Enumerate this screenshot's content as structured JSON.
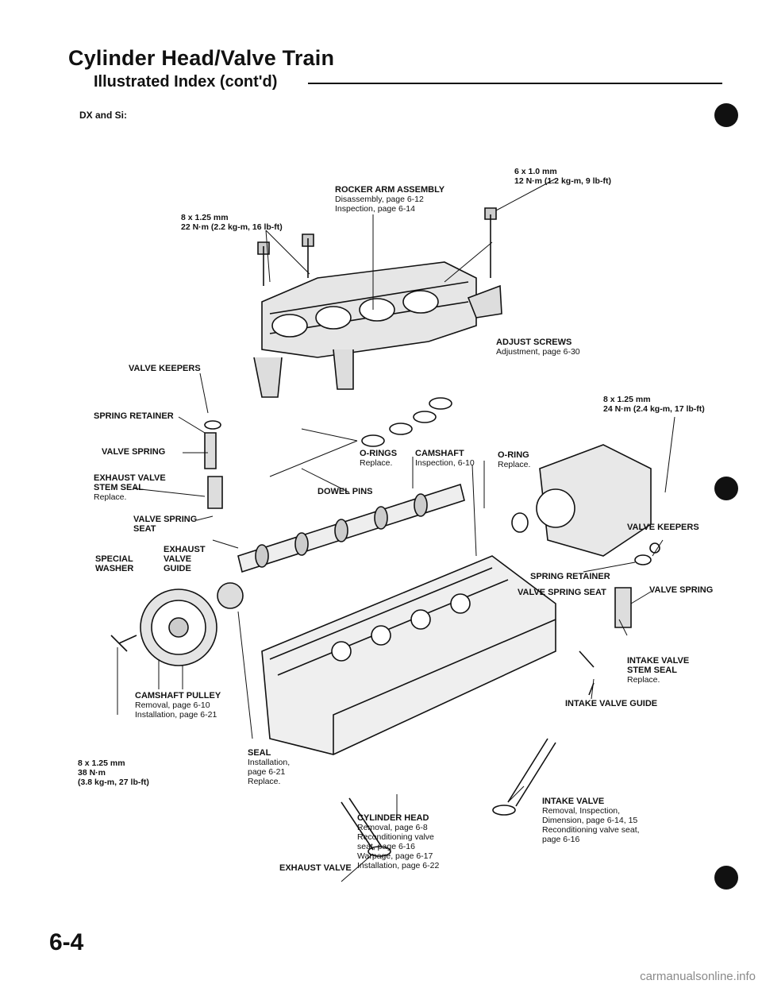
{
  "header": {
    "title": "Cylinder Head/Valve Train",
    "subtitle": "Illustrated Index (cont'd)"
  },
  "variant": "DX and Si:",
  "labels": {
    "bolt_6x10": {
      "size": "6 x 1.0 mm",
      "torque": "12 N·m (1.2 kg-m, 9 lb-ft)"
    },
    "rocker_arm": {
      "title": "ROCKER ARM ASSEMBLY",
      "line1": "Disassembly, page 6-12",
      "line2": "Inspection, page 6-14"
    },
    "bolt_8x125_top": {
      "size": "8 x 1.25 mm",
      "torque": "22 N·m (2.2 kg-m, 16 lb-ft)"
    },
    "adjust_screws": {
      "title": "ADJUST SCREWS",
      "line1": "Adjustment, page 6-30"
    },
    "valve_keepers_left": {
      "title": "VALVE KEEPERS"
    },
    "spring_retainer_left": {
      "title": "SPRING RETAINER"
    },
    "valve_spring_left": {
      "title": "VALVE SPRING"
    },
    "exhaust_stem_seal": {
      "title1": "EXHAUST VALVE",
      "title2": "STEM SEAL",
      "line1": "Replace."
    },
    "valve_spring_seat_left": {
      "title1": "VALVE SPRING",
      "title2": "SEAT"
    },
    "special_washer": {
      "title1": "SPECIAL",
      "title2": "WASHER"
    },
    "exhaust_valve_guide": {
      "title1": "EXHAUST",
      "title2": "VALVE",
      "title3": "GUIDE"
    },
    "o_rings": {
      "title": "O-RINGS",
      "line1": "Replace."
    },
    "camshaft": {
      "title": "CAMSHAFT",
      "line1": "Inspection, 6-10"
    },
    "dowel_pins": {
      "title": "DOWEL PINS"
    },
    "o_ring": {
      "title": "O-RING",
      "line1": "Replace."
    },
    "bolt_8x125_right": {
      "size": "8 x 1.25 mm",
      "torque": "24 N·m (2.4 kg-m, 17 lb-ft)"
    },
    "valve_keepers_right": {
      "title": "VALVE KEEPERS"
    },
    "spring_retainer_right": {
      "title": "SPRING RETAINER"
    },
    "valve_spring_seat_right": {
      "title": "VALVE SPRING SEAT"
    },
    "valve_spring_right": {
      "title": "VALVE SPRING"
    },
    "intake_stem_seal": {
      "title1": "INTAKE VALVE",
      "title2": "STEM SEAL",
      "line1": "Replace."
    },
    "intake_valve_guide": {
      "title": "INTAKE VALVE GUIDE"
    },
    "camshaft_pulley": {
      "title": "CAMSHAFT PULLEY",
      "line1": "Removal, page 6-10",
      "line2": "Installation, page 6-21"
    },
    "bolt_8x125_bottom": {
      "size": "8 x 1.25 mm",
      "torque1": "38 N·m",
      "torque2": "(3.8 kg-m, 27 lb-ft)"
    },
    "seal": {
      "title": "SEAL",
      "line1": "Installation,",
      "line2": "page 6-21",
      "line3": "Replace."
    },
    "cylinder_head": {
      "title": "CYLINDER HEAD",
      "line1": "Removal, page 6-8",
      "line2": "Reconditioning valve",
      "line3": "seat, page 6-16",
      "line4": "Warpage, page 6-17",
      "line5": "Installation, page 6-22"
    },
    "intake_valve": {
      "title": "INTAKE VALVE",
      "line1": "Removal, Inspection,",
      "line2": "Dimension, page 6-14, 15",
      "line3": "Reconditioning valve seat,",
      "line4": "page 6-16"
    },
    "exhaust_valve": {
      "title": "EXHAUST VALVE"
    }
  },
  "page_number": "6-4",
  "watermark": "carmanualsonline.info"
}
